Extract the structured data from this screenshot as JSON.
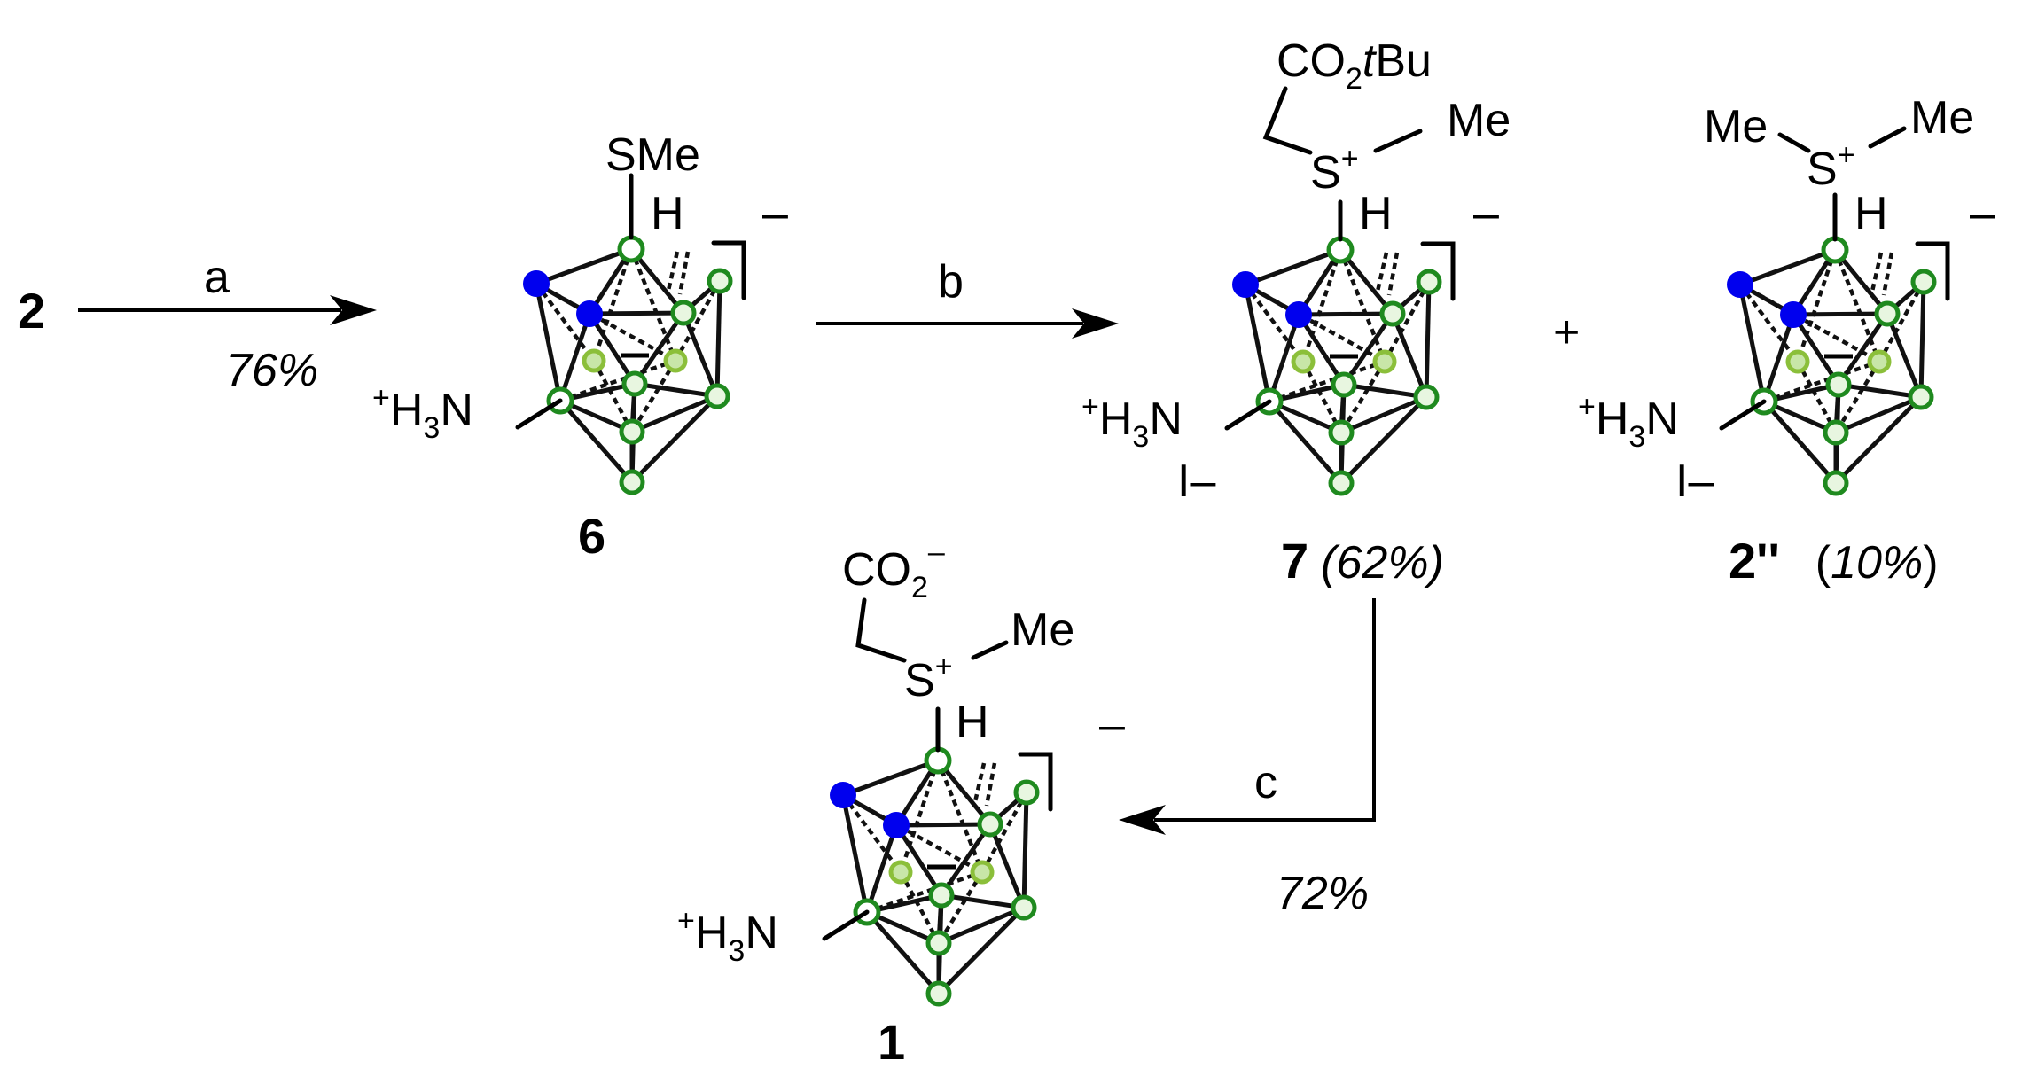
{
  "colors": {
    "boron_green": "#1f8a1f",
    "carbon_blue": "#0000ee",
    "rear_boron_green": "#8bbf3a"
  },
  "compounds": {
    "start": {
      "label": "2"
    },
    "c6": {
      "label": "6",
      "substituent": "SMe",
      "amine": {
        "plus": "+",
        "h": "H",
        "three": "3",
        "n": "N"
      },
      "h": "H",
      "charge": "–"
    },
    "c7": {
      "label": "7",
      "yield": "(62%)",
      "ester": {
        "co": "CO",
        "two": "2",
        "tbu_t": "t",
        "tbu": "Bu"
      },
      "s": "S",
      "splus": "+",
      "me": "Me",
      "amine": {
        "plus": "+",
        "h": "H",
        "three": "3",
        "n": "N"
      },
      "iodide": "I–",
      "h": "H",
      "charge": "–"
    },
    "c2pp": {
      "label": "2''",
      "yield_open": "(",
      "yield_value": "10%",
      "yield_close": ")",
      "me_left": "Me",
      "me_right": "Me",
      "s": "S",
      "splus": "+",
      "amine": {
        "plus": "+",
        "h": "H",
        "three": "3",
        "n": "N"
      },
      "iodide": "I–",
      "h": "H",
      "charge": "–"
    },
    "c1": {
      "label": "1",
      "carboxylate": {
        "co": "CO",
        "two": "2",
        "minus": "–"
      },
      "s": "S",
      "splus": "+",
      "me": "Me",
      "amine": {
        "plus": "+",
        "h": "H",
        "three": "3",
        "n": "N"
      },
      "h": "H",
      "charge": "–"
    }
  },
  "plus_sign": "+",
  "steps": {
    "a": {
      "reagent": "a",
      "yield": "76%"
    },
    "b": {
      "reagent": "b"
    },
    "c": {
      "reagent": "c",
      "yield": "72%"
    }
  }
}
